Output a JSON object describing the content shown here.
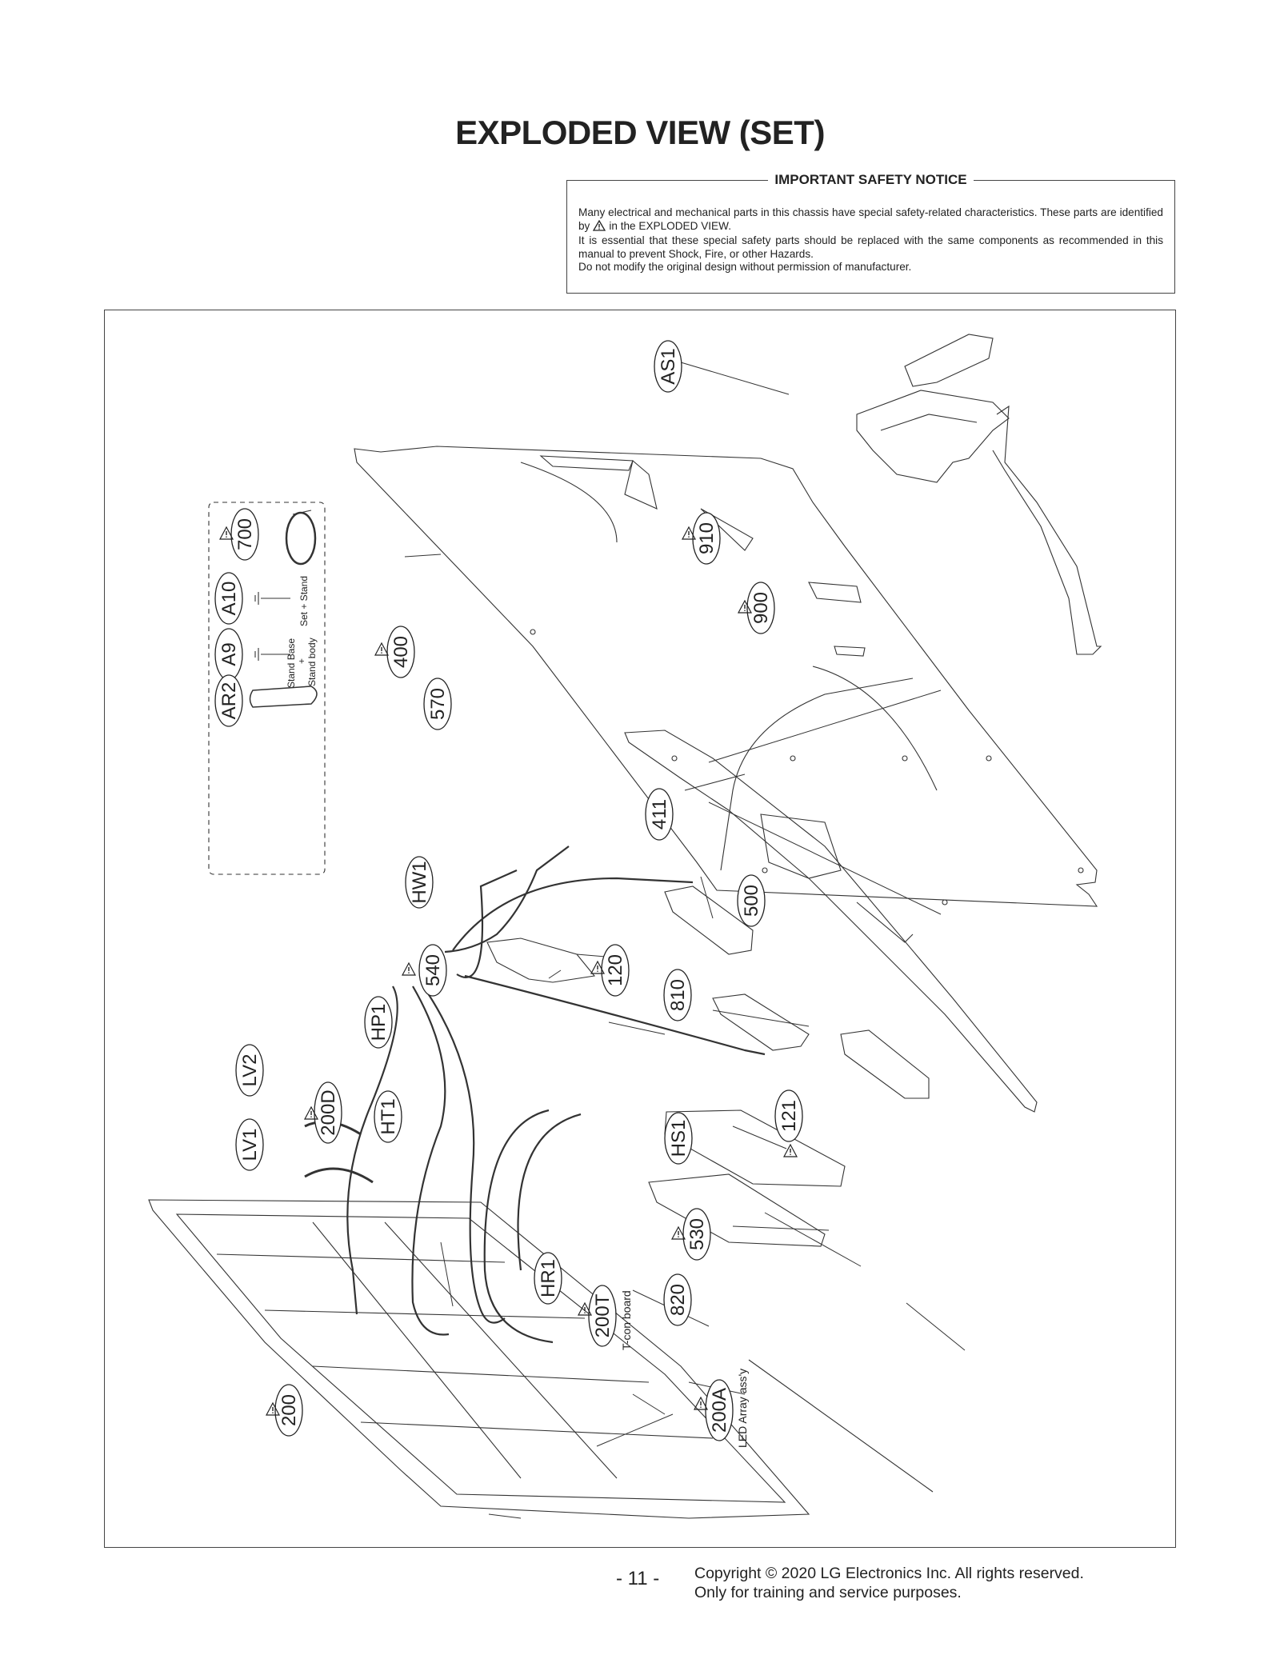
{
  "page": {
    "title": "EXPLODED VIEW (SET)",
    "page_number": "- 11 -",
    "copyright_line1": "Copyright © 2020 LG Electronics Inc. All rights reserved.",
    "copyright_line2": "Only for training and service purposes."
  },
  "notice": {
    "heading": "IMPORTANT SAFETY NOTICE",
    "line1": "Many electrical and mechanical parts in this chassis have special safety-related characteristics. These parts are identified by",
    "line1_end": "in the EXPLODED VIEW.",
    "line2": "It is essential that these special safety parts should be replaced with the same components as recommended in this manual to prevent Shock, Fire, or other Hazards.",
    "line3": "Do not modify the original design without permission of manufacturer.",
    "icon": "warning-triangle-icon"
  },
  "callouts": {
    "as1": "AS1",
    "p910": "910",
    "p900": "900",
    "p400": "400",
    "p700": "700",
    "a10": "A10",
    "a9": "A9",
    "ar2": "AR2",
    "p570": "570",
    "p411": "411",
    "hw1": "HW1",
    "p500": "500",
    "p540": "540",
    "p120": "120",
    "hp1": "HP1",
    "p810": "810",
    "lv2": "LV2",
    "lv1": "LV1",
    "p200d": "200D",
    "ht1": "HT1",
    "hs1": "HS1",
    "p121": "121",
    "p530": "530",
    "hr1": "HR1",
    "p820": "820",
    "p200t": "200T",
    "p200": "200",
    "p200a": "200A"
  },
  "labels": {
    "set_stand": "Set + Stand",
    "stand_base": "Stand Base",
    "plus": "+",
    "stand_body": "Stand body",
    "tcon": "T-con board",
    "led": "LED Array ass'y"
  }
}
